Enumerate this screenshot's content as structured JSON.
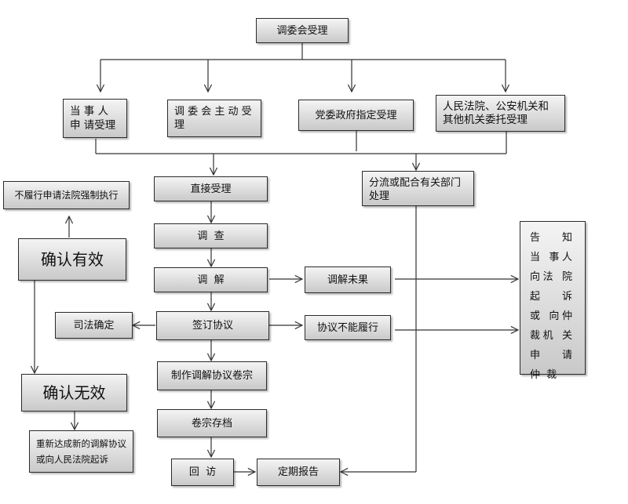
{
  "nodes": {
    "committee_accept": "调委会受理",
    "party_apply": "当 事 人 申 请受理",
    "committee_initiative": "调 委 会 主 动 受 理",
    "party_gov_assign": "党委政府指定受理",
    "court_police_entrust": "人民法院、公安机关和其他机关委托受理",
    "divert": "分流或配合有关部门处理",
    "direct_accept": "直接受理",
    "investigate": "调  查",
    "mediate": "调  解",
    "mediation_failed": "调解未果",
    "sign_agreement": "签订协议",
    "agreement_unfulfilled": "协议不能履行",
    "judicial_confirm": "司法确定",
    "confirm_valid": "确认有效",
    "confirm_invalid": "确认无效",
    "enforce": "不履行申请法院强制执行",
    "reconcile": "重新达成新的调解协议或向人民法院起诉",
    "make_file": "制作调解协议卷宗",
    "archive": "卷宗存档",
    "revisit": "回  访",
    "periodic_report": "定期报告",
    "notify_party": "告 知 当 事人向法 院 起 诉 或 向仲裁机 关 申 请 仲 裁"
  }
}
